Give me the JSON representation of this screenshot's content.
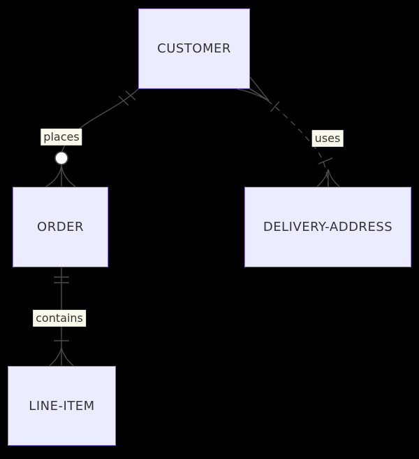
{
  "diagram": {
    "type": "entity-relationship-diagram",
    "entities": [
      {
        "name": "CUSTOMER"
      },
      {
        "name": "ORDER"
      },
      {
        "name": "DELIVERY-ADDRESS"
      },
      {
        "name": "LINE-ITEM"
      }
    ],
    "relationships": [
      {
        "from": "CUSTOMER",
        "to": "ORDER",
        "label": "places",
        "line_style": "solid",
        "from_cardinality": "exactly-one",
        "to_cardinality": "zero-or-many",
        "notation": "||--o{"
      },
      {
        "from": "CUSTOMER",
        "to": "DELIVERY-ADDRESS",
        "label": "uses",
        "line_style": "dashed",
        "from_cardinality": "one-or-many",
        "to_cardinality": "one-or-many",
        "notation": "}|..|{"
      },
      {
        "from": "ORDER",
        "to": "LINE-ITEM",
        "label": "contains",
        "line_style": "solid",
        "from_cardinality": "exactly-one",
        "to_cardinality": "one-or-many",
        "notation": "||--|{"
      }
    ]
  },
  "colors": {
    "background": "#000000",
    "entity_fill": "#ECECFF",
    "entity_border": "#9370DB",
    "entity_text": "#333333",
    "line": "#4d4d4d",
    "label_bg": "#F9FAEB",
    "label_text": "#333333",
    "circle_fill": "#ffffff"
  }
}
